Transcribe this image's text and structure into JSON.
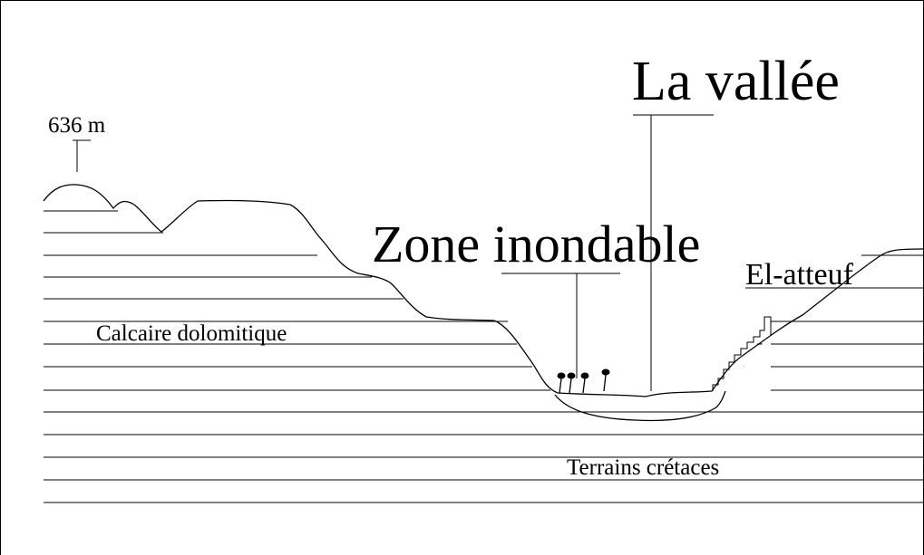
{
  "diagram": {
    "labels": {
      "valley": "La vallée",
      "flood_zone": "Zone inondable",
      "village": "El-atteuf",
      "altitude": "636 m",
      "upper_layer": "Calcaire dolomitique",
      "lower_layer": "Terrains crétaces"
    },
    "colors": {
      "line": "#000000",
      "background": "#ffffff"
    },
    "trees_count": 4
  }
}
